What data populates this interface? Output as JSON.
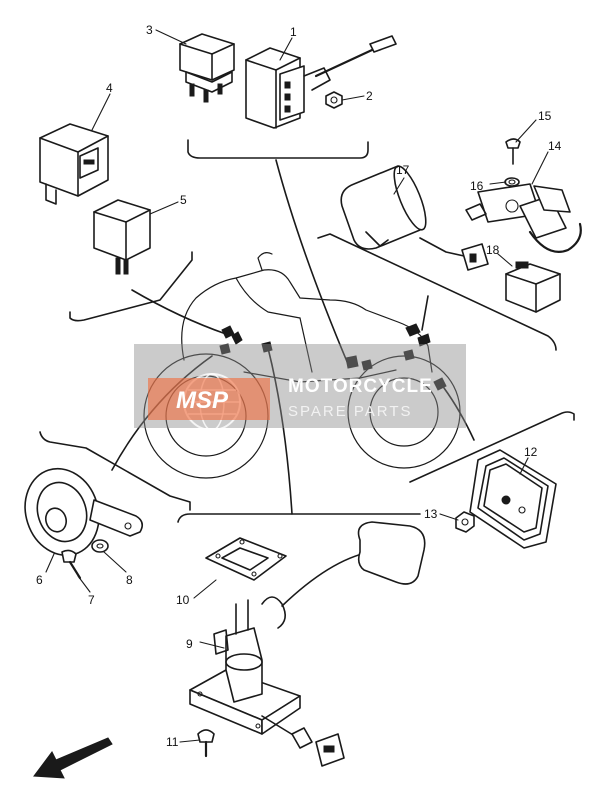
{
  "diagram": {
    "callouts": [
      "1",
      "2",
      "3",
      "4",
      "5",
      "6",
      "7",
      "8",
      "9",
      "10",
      "11",
      "12",
      "13",
      "14",
      "15",
      "16",
      "17",
      "18"
    ]
  },
  "watermark": {
    "logo": "MSP",
    "line1": "MOTORCYCLE",
    "line2": "SPARE PARTS",
    "colors": {
      "band": "#8c8c8c",
      "logo_box": "#f26b3a"
    }
  }
}
